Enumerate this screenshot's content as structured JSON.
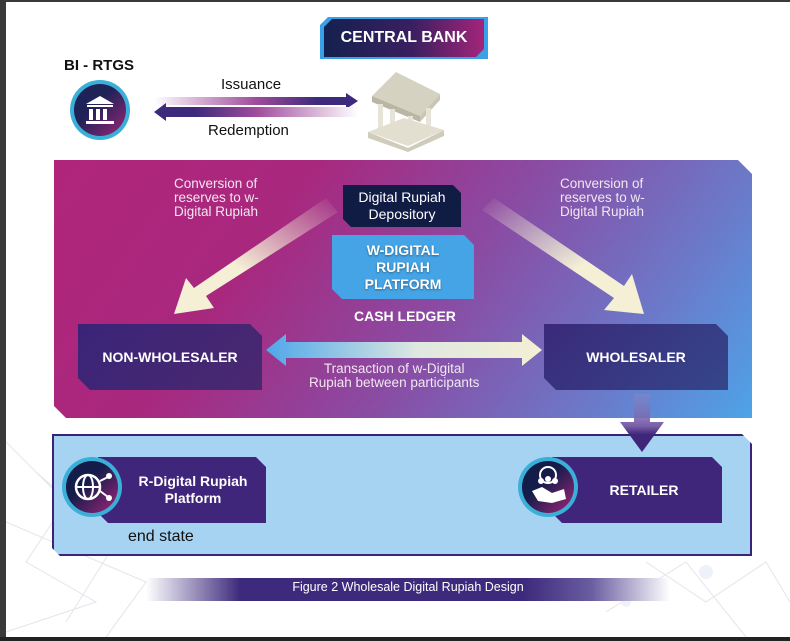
{
  "header": {
    "central_bank_label": "CENTRAL BANK",
    "bi_rtgs_label": "BI - RTGS"
  },
  "flows": {
    "issuance": "Issuance",
    "redemption": "Redemption",
    "conversion_left": [
      "Conversion of",
      "reserves to w-",
      "Digital Rupiah"
    ],
    "conversion_right": [
      "Conversion of",
      "reserves to w-",
      "Digital Rupiah"
    ],
    "transaction": [
      "Transaction of w-Digital",
      "Rupiah between participants"
    ]
  },
  "wholesale_layer": {
    "depository": [
      "Digital Rupiah",
      "Depository"
    ],
    "platform": [
      "W-DIGITAL",
      "RUPIAH",
      "PLATFORM"
    ],
    "cash_ledger": "CASH LEDGER",
    "non_wholesaler": "NON-WHOLESALER",
    "wholesaler": "WHOLESALER"
  },
  "retail_layer": {
    "r_platform": [
      "R-Digital Rupiah",
      "Platform"
    ],
    "retailer": "RETAILER",
    "end_state": "end state"
  },
  "icons": {
    "bi_rtgs": "bank-icon",
    "central_bank": "bank-building-icon",
    "r_platform": "globe-network-icon",
    "retailer": "handshake-people-icon"
  },
  "caption": "Figure 2 Wholesale Digital Rupiah Design",
  "colors": {
    "navy": "#14214f",
    "magenta": "#b0257b",
    "purple": "#40267a",
    "sky": "#45a4e6",
    "light_blue": "#a7d3f3"
  }
}
